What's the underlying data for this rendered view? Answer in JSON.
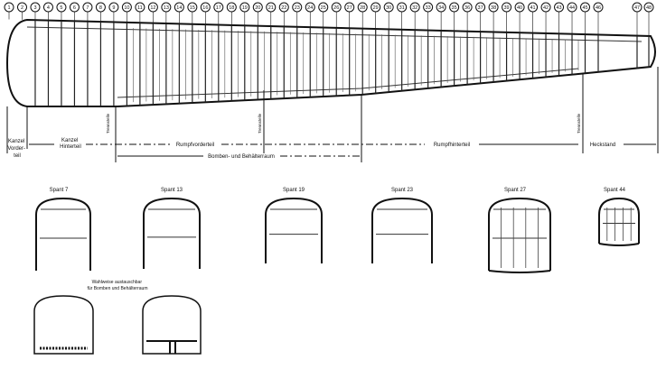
{
  "frame_numbers": [
    "1",
    "2",
    "3",
    "4",
    "5",
    "6",
    "7",
    "8",
    "9",
    "10",
    "11",
    "12",
    "13",
    "14",
    "15",
    "16",
    "17",
    "18",
    "19",
    "20",
    "21",
    "22",
    "23",
    "24",
    "25",
    "26",
    "27",
    "28",
    "29",
    "30",
    "31",
    "32",
    "33",
    "34",
    "35",
    "36",
    "37",
    "38",
    "39",
    "40",
    "41",
    "42",
    "43",
    "44",
    "45",
    "46",
    "47",
    "48"
  ],
  "sections": {
    "kanzel_vorderteil": [
      "Kanzel",
      "Vorder-",
      "teil"
    ],
    "kanzel_hinterteil": [
      "Kanzel",
      "Hinterteil"
    ],
    "rumpfvorderteil": "Rumpfvorderteil",
    "rumpfhinterteil": "Rumpfhinterteil",
    "heckstand": "Heckstand",
    "bombenraum": "Bomben- und Behälterraum",
    "trennstelle": "Trennstelle"
  },
  "spanten": [
    "Spant 7",
    "Spant 13",
    "Spant 19",
    "Spant 23",
    "Spant 27",
    "Spant 44"
  ],
  "alternative_note": [
    "Wahlweise austauschbar",
    "für Bomben und Behälterraum"
  ]
}
